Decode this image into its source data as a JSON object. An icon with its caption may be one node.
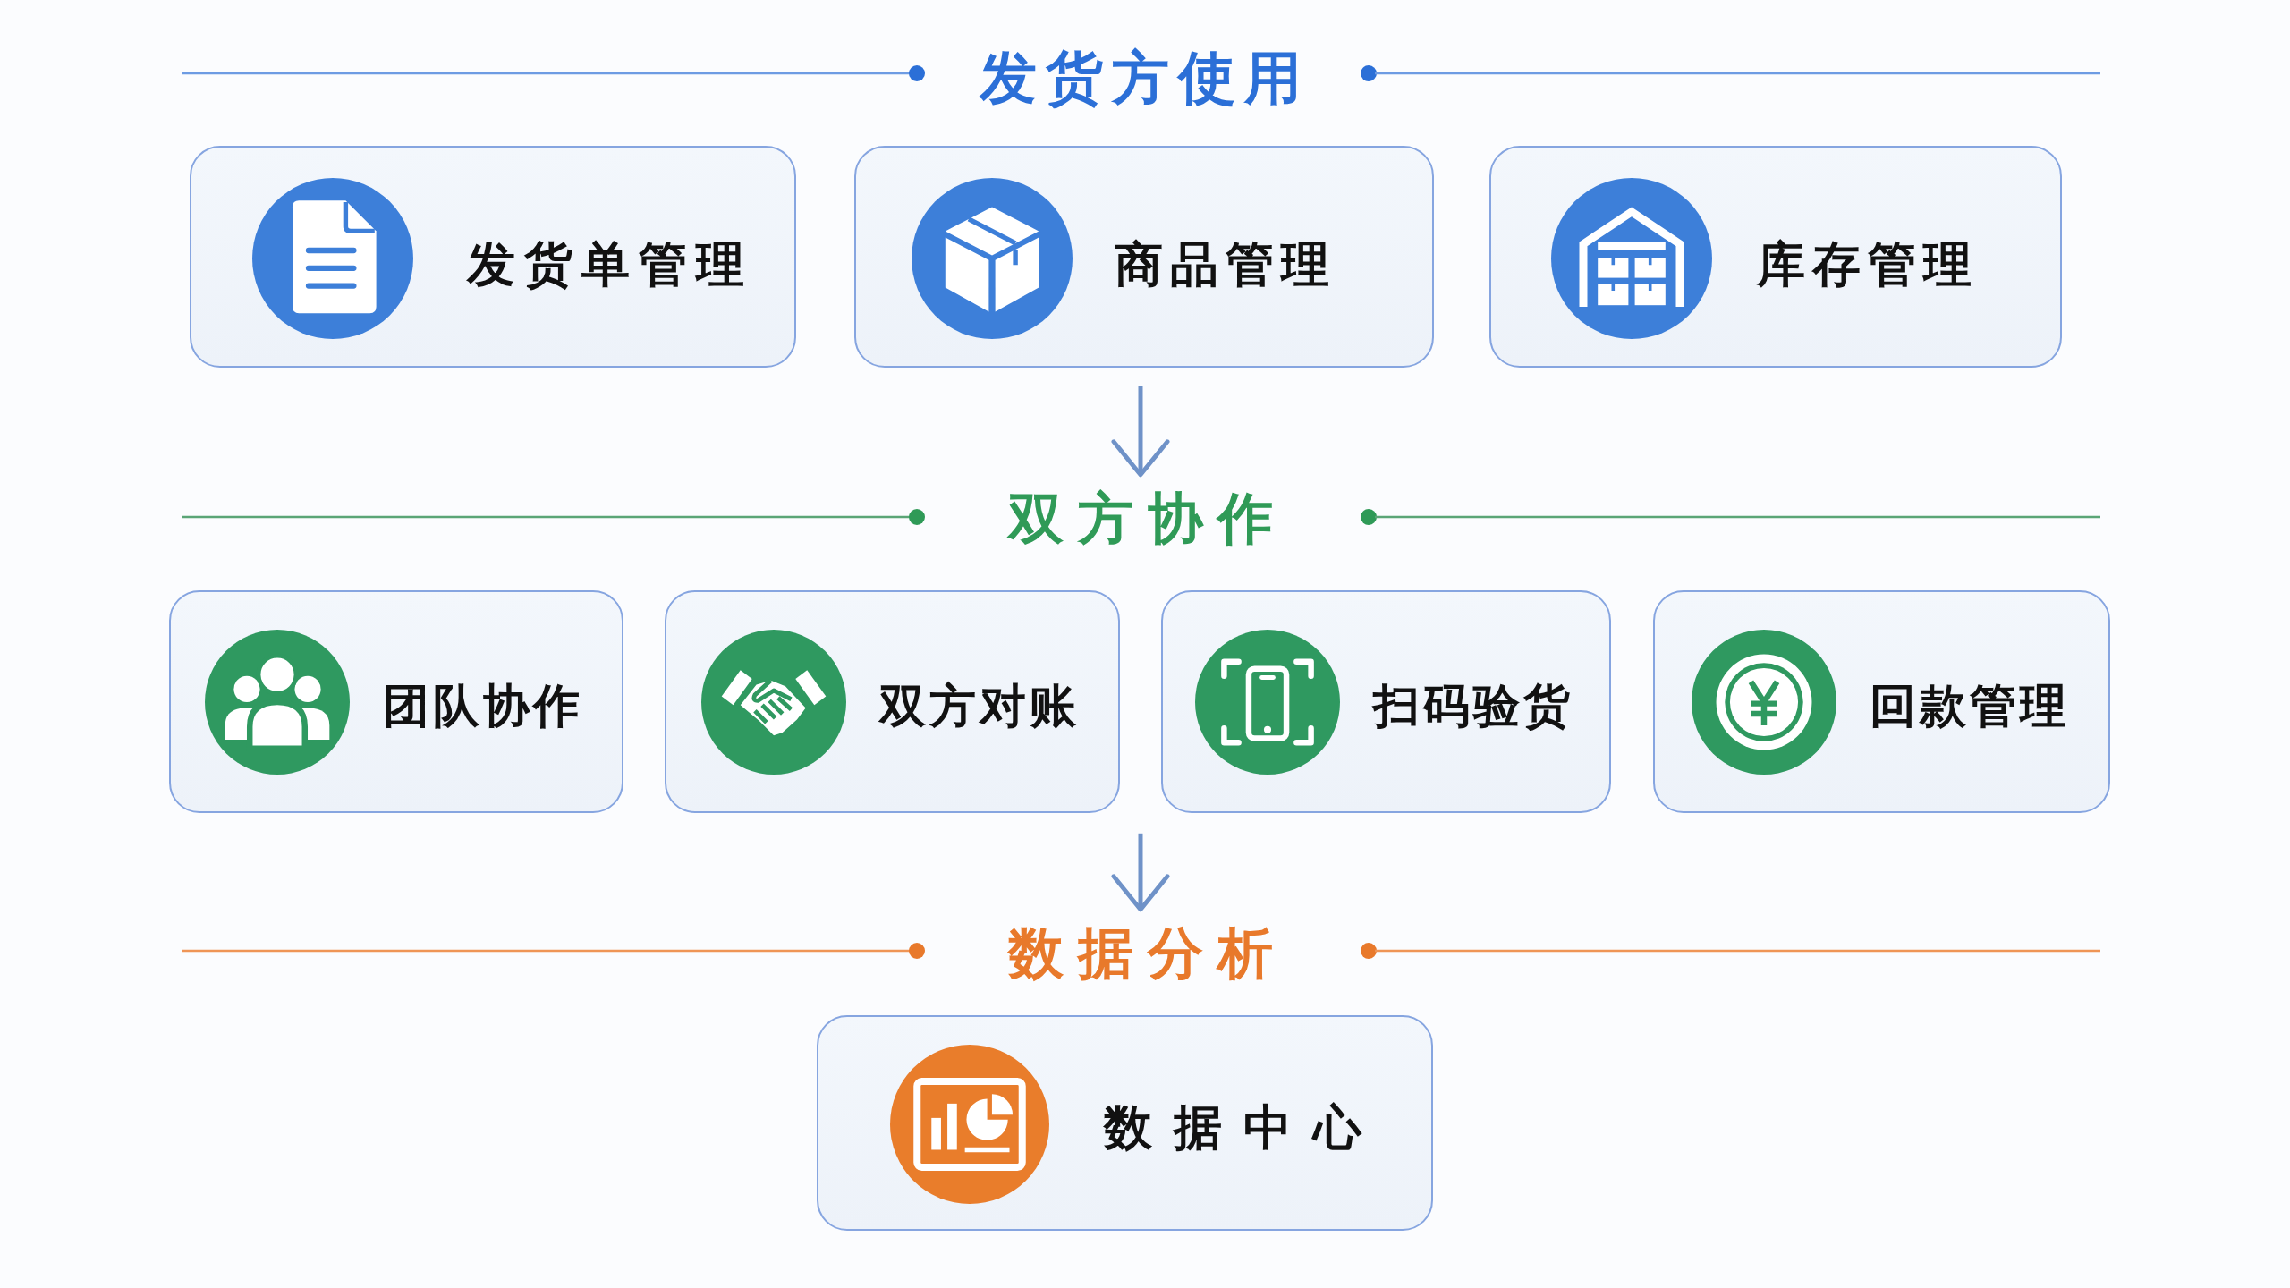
{
  "diagram": {
    "nodes": [
      {
        "text": [
          "发货单管理"
        ]
      },
      {
        "text": [
          "商品管理"
        ]
      },
      {
        "text": [
          "库存管理"
        ]
      },
      {
        "text": [
          "双方协作"
        ]
      },
      {
        "text": [
          "团队协作"
        ]
      },
      {
        "text": [
          "双方对账"
        ]
      },
      {
        "text": [
          "扫码验货"
        ]
      },
      {
        "text": [
          "回款管理"
        ]
      },
      {
        "text": [
          "数据分析"
        ]
      },
      {
        "text": [
          "数据中心"
        ]
      }
    ],
    "edges": [
      {
        "from": 1,
        "to": 3,
        "arrow": "to"
      },
      {
        "from": null,
        "to": 8,
        "arrow": "to"
      }
    ],
    "labels": [
      "发货方使用"
    ]
  }
}
